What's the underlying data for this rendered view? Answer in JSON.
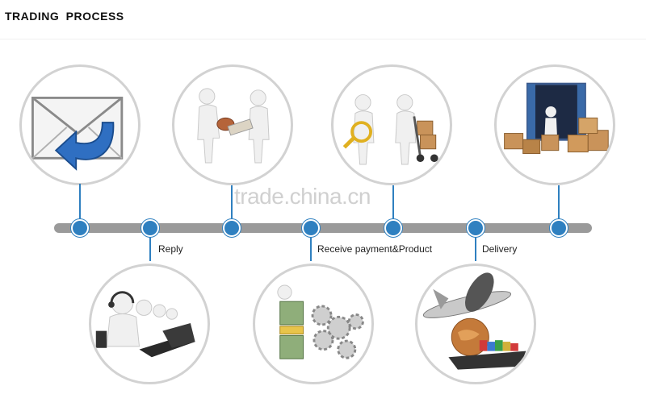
{
  "header": {
    "title": "TRADING PROCESS"
  },
  "watermark": {
    "text": "trade.china.cn"
  },
  "steps_below": [
    {
      "label": "Reply"
    },
    {
      "label": "Receive payment&Product"
    },
    {
      "label": "Delivery"
    }
  ],
  "icons": {
    "inquiry": "email-envelope-icon",
    "agreement": "contract-handshake-icon",
    "inspection": "inspection-loading-icon",
    "shipment": "container-cargo-icon",
    "support": "customer-service-icon",
    "production": "money-gears-icon",
    "logistics": "plane-ship-globe-icon"
  },
  "colors": {
    "accent": "#2f80c0",
    "timeline": "#9a9a9a",
    "ring": "#d2d2d2"
  }
}
